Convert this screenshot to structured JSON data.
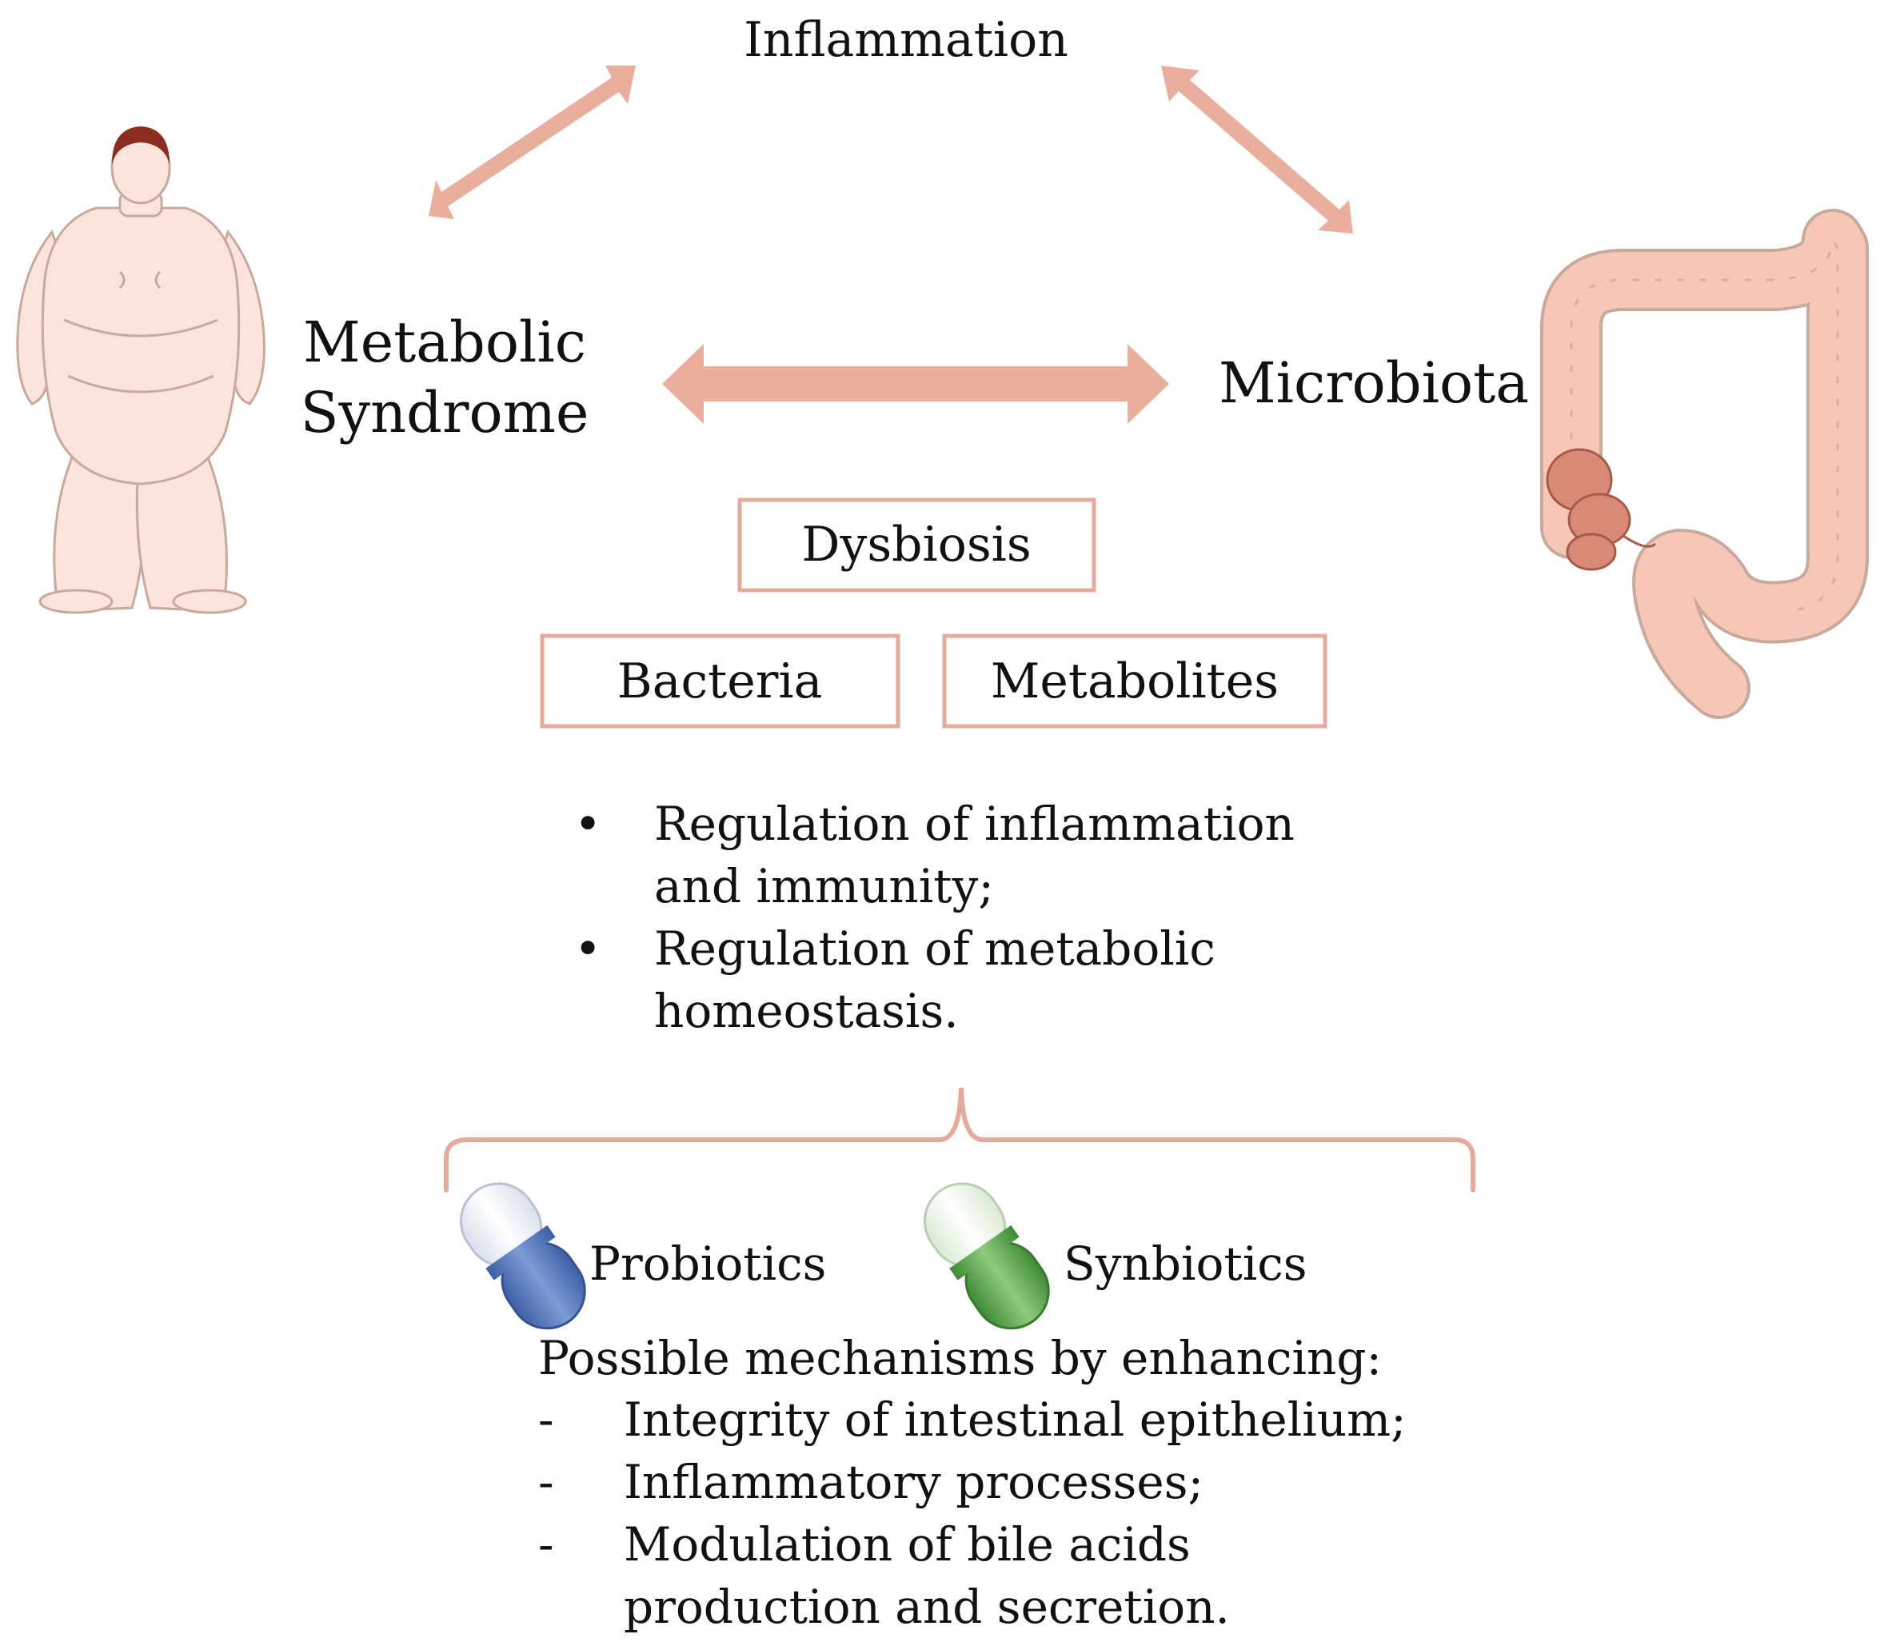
{
  "labels": {
    "inflammation": "Inflammation",
    "metabolic_line1": "Metabolic",
    "metabolic_line2": "Syndrome",
    "microbiota": "Microbiota"
  },
  "boxes": {
    "dysbiosis": "Dysbiosis",
    "bacteria": "Bacteria",
    "metabolites": "Metabolites"
  },
  "regulation": {
    "bullet": "•",
    "item1_line1": "Regulation of inflammation",
    "item1_line2": "and immunity;",
    "item2_line1": "Regulation of metabolic",
    "item2_line2": "homeostasis."
  },
  "treatments": {
    "probiotics": "Probiotics",
    "synbiotics": "Synbiotics"
  },
  "mechanisms": {
    "heading": "Possible mechanisms by enhancing:",
    "dash": "-",
    "item1": "Integrity of intestinal epithelium;",
    "item2": "Inflammatory processes;",
    "item3_line1": "Modulation of bile acids",
    "item3_line2": "production and secretion."
  },
  "icons": {
    "person": "obese-person-icon",
    "colon": "colon-icon",
    "probiotic_capsule": "blue-capsule-icon",
    "synbiotic_capsule": "green-capsule-icon"
  },
  "colors": {
    "arrow": "#e9ae9c",
    "box_border": "#e4ab9c",
    "probiotic_capsule": "#4f73b8",
    "synbiotic_capsule": "#5aa34a",
    "skin": "#fbe4dc",
    "colon": "#f6c6b7"
  }
}
